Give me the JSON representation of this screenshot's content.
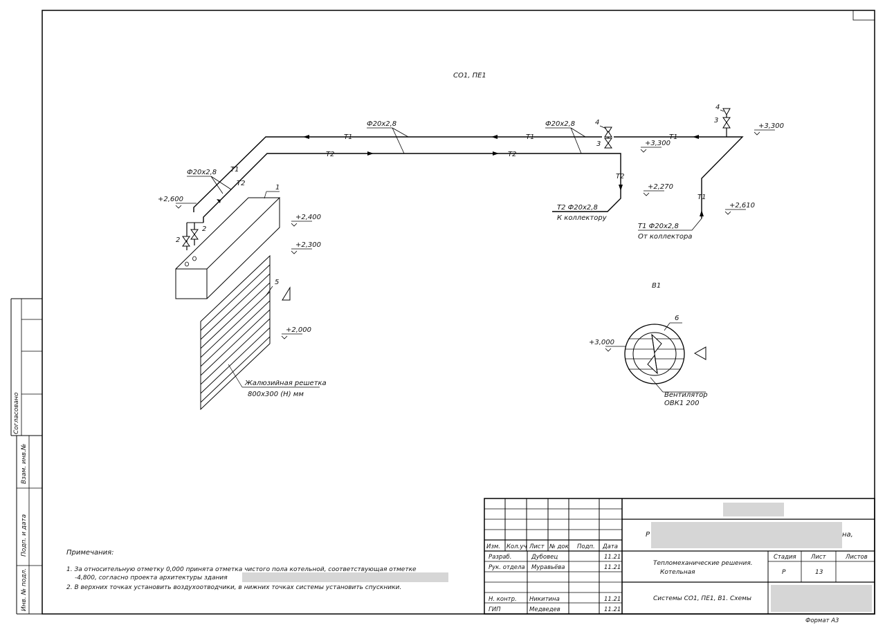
{
  "sheet": {
    "format_label": "Формат А3"
  },
  "scheme": {
    "title_system": "СО1, ПЕ1",
    "pipe_size": "Ф20х2,8",
    "pipe_t1": "Т1",
    "pipe_t2": "Т2",
    "return_label_1": "Т2 Ф20х2,8",
    "return_label_2": "К коллектору",
    "supply_label_1": "Т1 Ф20х2,8",
    "supply_label_2": "От коллектора",
    "elevations": {
      "e3300_right": "+3,300",
      "e3300_mid": "+3,300",
      "e2270": "+2,270",
      "e2610": "+2,610",
      "e2600": "+2,600",
      "e2400": "+2,400",
      "e2300": "+2,300",
      "e2000": "+2,000",
      "e3000": "+3,000"
    },
    "callouts": {
      "c1": "1",
      "c2": "2",
      "c3": "3",
      "c4": "4",
      "c5": "5",
      "c6": "6"
    },
    "grille_label_1": "Жалюзийная решетка",
    "grille_label_2": "800х300 (Н) мм",
    "vent_system": "В1",
    "fan_label_1": "Вентилятор",
    "fan_label_2": "ОВК1 200"
  },
  "side_stamp": {
    "agreed": "Согласовано",
    "inv_vzam": "Взам. инв.№",
    "podp_data": "Подп. и дата",
    "inv_podl": "Инв. № подл."
  },
  "notes": {
    "title": "Примечания:",
    "line1": "1. За относительную отметку 0,000 принята отметка чистого пола котельной, соответствующая отметке",
    "line2": "-4,800, согласно проекта архитектуры здания",
    "line3": "2. В верхних точках установить воздухоотводчики, в нижних точках системы установить спускники."
  },
  "title_block": {
    "headers": {
      "izm": "Изм.",
      "kol": "Кол.уч",
      "list": "Лист",
      "doc": "№ док",
      "podp": "Подп.",
      "data": "Дата"
    },
    "rows": [
      {
        "role": "Разраб.",
        "name": "Дубовец",
        "date": "11.21"
      },
      {
        "role": "Рук. отдела",
        "name": "Муравьёва",
        "date": "11.21"
      },
      {
        "role": "Н. контр.",
        "name": "Никитина",
        "date": "11.21"
      },
      {
        "role": "ГИП",
        "name": "Медведев",
        "date": "11.21"
      }
    ],
    "project_prefix": "Р",
    "project_suffix": "на,",
    "stage_title_1": "Тепломеханические решения.",
    "stage_title_2": "Котельная",
    "stage_header": "Стадия",
    "sheet_header": "Лист",
    "sheets_header": "Листов",
    "stage_value": "Р",
    "sheet_value": "13",
    "drawing_name": "Системы СО1, ПЕ1, В1. Схемы"
  }
}
